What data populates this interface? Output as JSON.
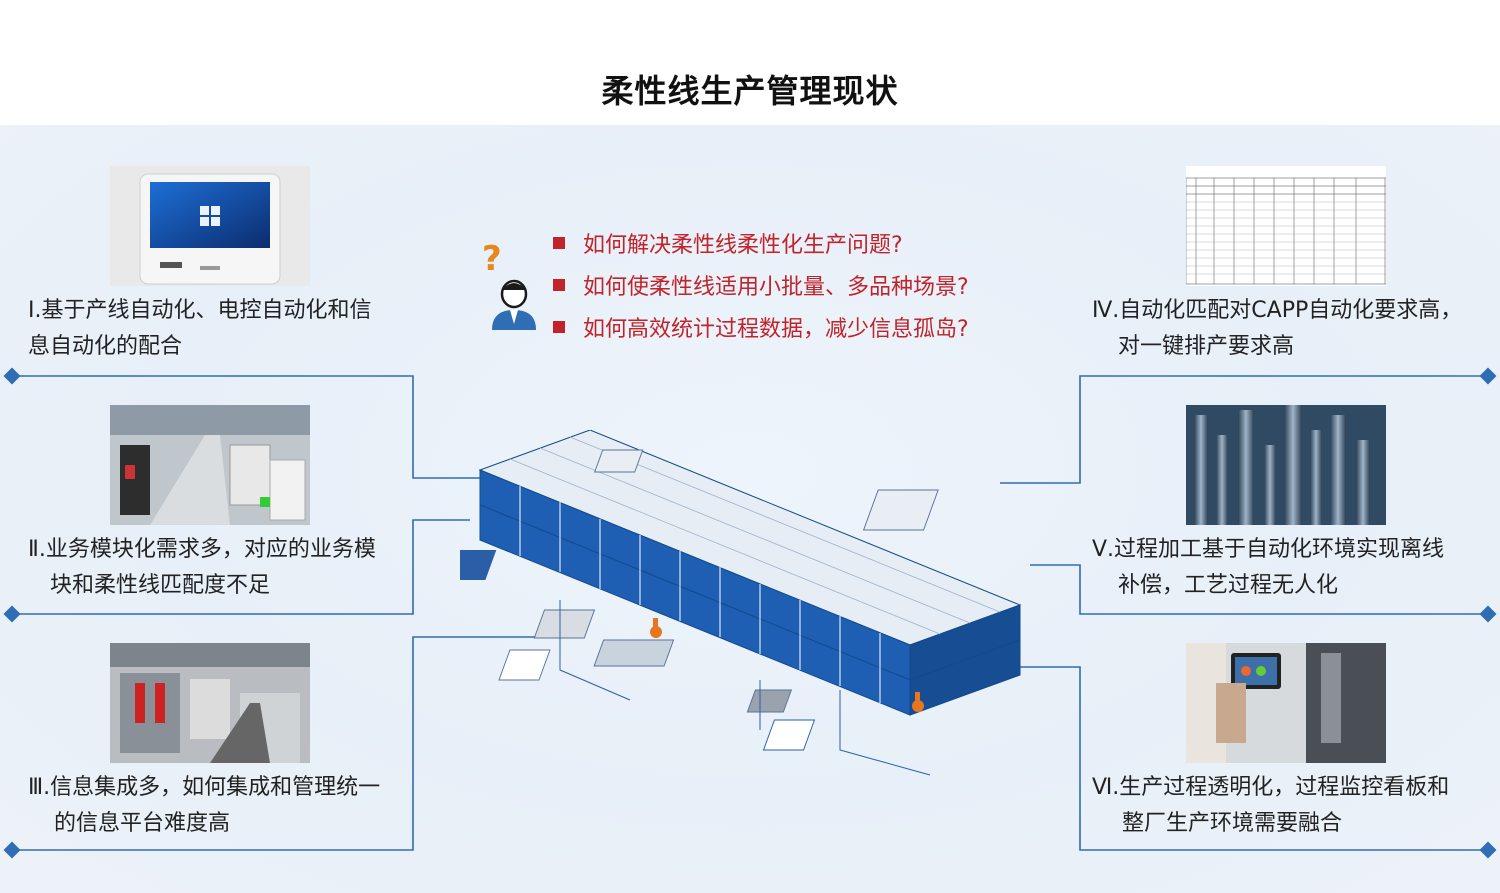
{
  "title": "柔性线生产管理现状",
  "questions": [
    "如何解决柔性线柔性化生产问题?",
    "如何使柔性线适用小批量、多品种场景?",
    "如何高效统计过程数据，减少信息孤岛?"
  ],
  "items": {
    "i1": {
      "line1": "Ⅰ.基于产线自动化、电控自动化和信",
      "line2": "息自动化的配合"
    },
    "i2": {
      "line1": "Ⅱ.业务模块化需求多，对应的业务模",
      "line2": "块和柔性线匹配度不足"
    },
    "i3": {
      "line1": "Ⅲ.信息集成多，如何集成和管理统一",
      "line2": "的信息平台难度高"
    },
    "i4": {
      "line1": "Ⅳ.自动化匹配对CAPP自动化要求高，",
      "line2": "对一键排产要求高"
    },
    "i5": {
      "line1": "Ⅴ.过程加工基于自动化环境实现离线",
      "line2": "补偿，工艺过程无人化"
    },
    "i6": {
      "line1": "Ⅵ.生产过程透明化，过程监控看板和",
      "line2": "整厂生产环境需要融合"
    }
  },
  "colors": {
    "accent_red": "#c0242a",
    "line_blue": "#2f6db5",
    "rack_blue": "#1e5fb3"
  }
}
